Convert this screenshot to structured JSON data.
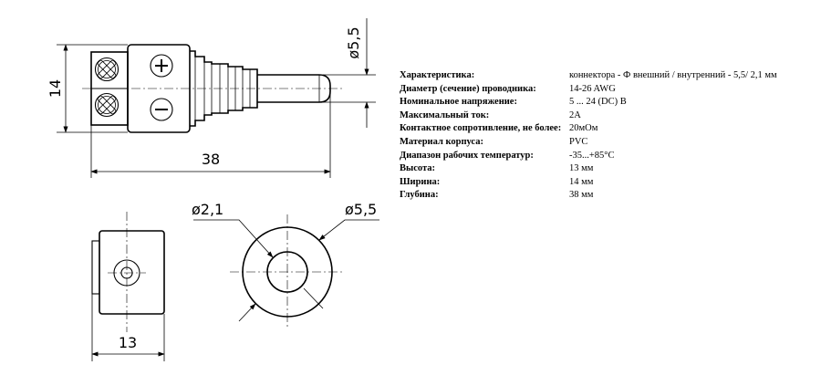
{
  "dimensions": {
    "d_outer_side": "ø5,5",
    "height": "14",
    "length": "38",
    "d_inner": "ø2,1",
    "d_outer": "ø5,5",
    "width": "13"
  },
  "specs": [
    {
      "key": "Характеристика:",
      "value": "коннектора - Ф внешний / внутренний - 5,5/ 2,1 мм"
    },
    {
      "key": "Диаметр (сечение) проводника:",
      "value": "14-26 AWG"
    },
    {
      "key": "Номинальное напряжение:",
      "value": "5 ... 24 (DC) В"
    },
    {
      "key": "Максимальный ток:",
      "value": "2А"
    },
    {
      "key": "Контактное сопротивление, не более:",
      "value": "20мОм"
    },
    {
      "key": "Материал корпуса:",
      "value": "PVC"
    },
    {
      "key": "Диапазон рабочих температур:",
      "value": "-35...+85°C"
    },
    {
      "key": "Высота:",
      "value": "13 мм"
    },
    {
      "key": "Ширина:",
      "value": "14 мм"
    },
    {
      "key": "Глубина:",
      "value": "38 мм"
    }
  ]
}
